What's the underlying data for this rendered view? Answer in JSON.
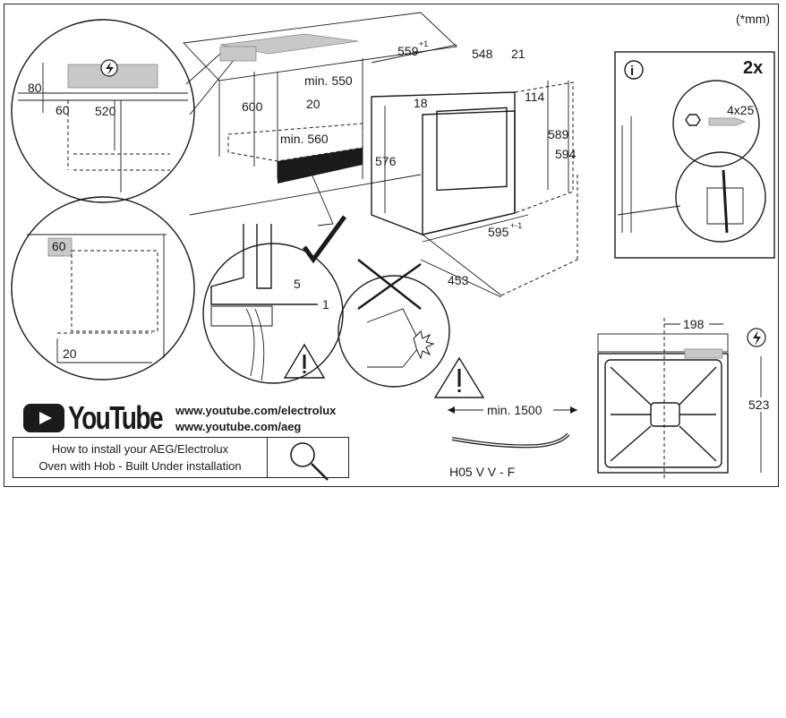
{
  "note": "(*mm)",
  "dimensions": {
    "hob_gap_height": "80",
    "hob_edge_depth": "60",
    "hob_recess_depth": "520",
    "cabinet_height": "600",
    "cabinet_min_depth": "min. 550",
    "front_gap": "20",
    "cabinet_min_width": "min. 560",
    "oven_width_top": "559",
    "oven_width_top_tol": "+1",
    "oven_depth_body": "548",
    "door_thickness": "21",
    "top_offset": "18",
    "top_depth": "114",
    "oven_height_front": "576",
    "oven_height_body": "589",
    "oven_height_total": "594",
    "oven_width": "595",
    "oven_width_tol": "+-1",
    "oven_depth": "453",
    "side_panel_depth": "60",
    "bottom_gap": "20",
    "fit_gap_top": "5",
    "fit_gap_bottom": "1",
    "hob_width_center": "198",
    "hob_height_right": "523",
    "cable_length": "min. 1500"
  },
  "cable_type": "H05 V V - F",
  "screws": {
    "count": "2x",
    "size": "4x25",
    "info_icon": "i"
  },
  "youtube": {
    "logo_text": "YouTube",
    "url1": "www.youtube.com/electrolux",
    "url2": "www.youtube.com/aeg",
    "howto_line1": "How to install your AEG/Electrolux",
    "howto_line2": "Oven with Hob - Built Under installation"
  },
  "icons": [
    "electric-hazard-icon",
    "warning-triangle-icon",
    "checkmark-icon",
    "cross-icon",
    "info-icon",
    "youtube-play-icon",
    "search-magnifier-icon"
  ]
}
